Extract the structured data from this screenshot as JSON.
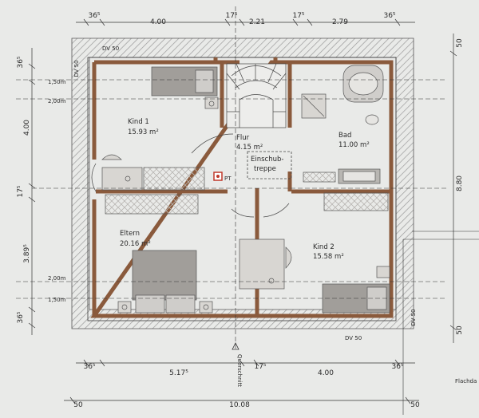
{
  "dimensions": {
    "top": [
      "36⁵",
      "4.00",
      "17⁵",
      "2.21",
      "17⁵",
      "2.79",
      "36⁵"
    ],
    "bottom": [
      "36⁵",
      "5.17⁵",
      "17⁵",
      "4.00",
      "36⁵"
    ],
    "bottom_total": "10.08",
    "bottom_ends": [
      "50",
      "50"
    ],
    "left": [
      "36⁵",
      "4.00",
      "17⁵",
      "3.89⁵",
      "36⁵"
    ],
    "right_total": "8.80",
    "right_ends": [
      "50",
      "50"
    ],
    "heights": [
      "1,50m",
      "2,00m",
      "2,00m",
      "1,50m"
    ],
    "eaves": [
      "DV 50",
      "DV 50",
      "DV 50",
      "DV 50"
    ]
  },
  "rooms": {
    "kind1": {
      "name": "Kind 1",
      "area": "15.93 m²"
    },
    "flur": {
      "name": "Flur",
      "area": "4.15 m²"
    },
    "bad": {
      "name": "Bad",
      "area": "11.00 m²"
    },
    "eltern": {
      "name": "Eltern",
      "area": "20.16 m²"
    },
    "kind2": {
      "name": "Kind 2",
      "area": "15.58 m²"
    }
  },
  "labels": {
    "einschub1": "Einschub-",
    "einschub2": "treppe",
    "pt": "PT",
    "querschnitt": "Querschnitt",
    "flachdach": "Flachda"
  },
  "colors": {
    "wall": "#8a5a3c",
    "background": "#e9eae8",
    "furniture": "#9a9794",
    "line": "#3b3b3b"
  }
}
